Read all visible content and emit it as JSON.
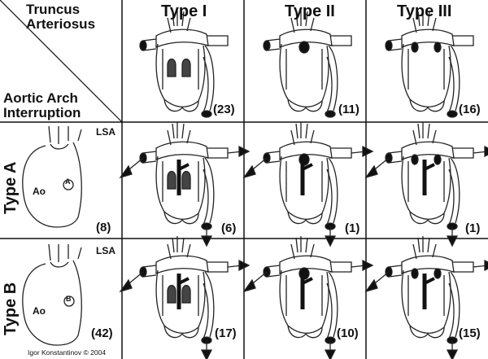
{
  "corner": {
    "top_line1": "Truncus",
    "top_line2": "Arteriosus",
    "bottom_line1": "Aortic Arch",
    "bottom_line2": "Interruption"
  },
  "columns": [
    {
      "header": "Type I",
      "count": "(23)"
    },
    {
      "header": "Type II",
      "count": "(11)"
    },
    {
      "header": "Type III",
      "count": "(16)"
    }
  ],
  "rows": [
    {
      "header": "Type A",
      "schematic": {
        "ao_label": "Ao",
        "branch_label": "A",
        "lsa_label": "LSA",
        "count": "(8)"
      },
      "counts": [
        "(6)",
        "(1)",
        "(1)"
      ]
    },
    {
      "header": "Type B",
      "schematic": {
        "ao_label": "Ao",
        "branch_label": "B",
        "lsa_label": "LSA",
        "count": "(42)"
      },
      "counts": [
        "(17)",
        "(10)",
        "(15)"
      ]
    }
  ],
  "credit": "Igor Konstantinov © 2004"
}
